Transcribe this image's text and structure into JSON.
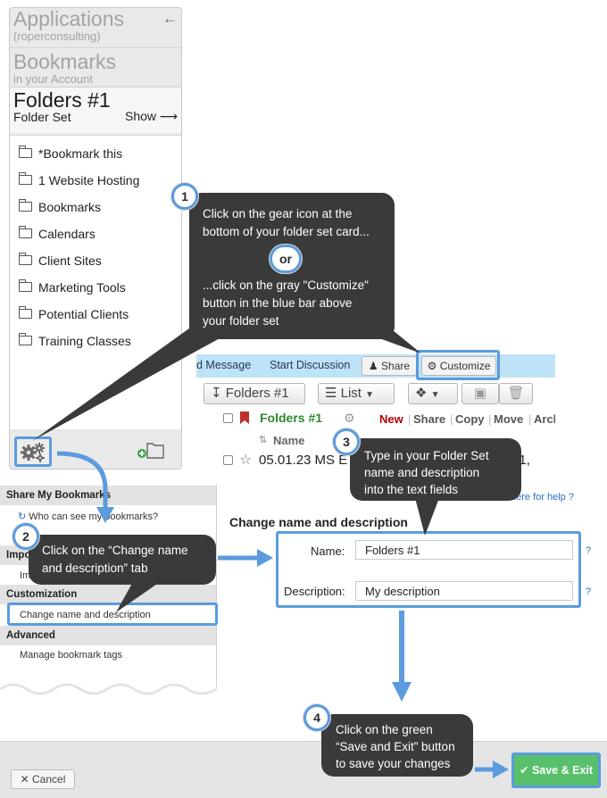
{
  "sidebar": {
    "apps_title": "Applications",
    "apps_subtitle": "(roperconsulting)",
    "bookmarks_title": "Bookmarks",
    "bookmarks_subtitle": "in your Account",
    "folders_title": "Folders #1",
    "folders_subtitle": "Folder Set",
    "show_label": "Show",
    "folders": [
      "*Bookmark this",
      "1 Website Hosting",
      "Bookmarks",
      "Calendars",
      "Client Sites",
      "Marketing Tools",
      "Potential Clients",
      "Training Classes"
    ]
  },
  "callouts": {
    "c1": {
      "number": "1",
      "line1": "Click on the gear icon at the",
      "line2": "bottom of your folder set card...",
      "or": "or",
      "line3": "...click on the gray \"Customize\"",
      "line4": "button in the blue bar above",
      "line5": "your folder set"
    },
    "c2": {
      "number": "2",
      "line1": "Click on the “Change name",
      "line2": "and description” tab"
    },
    "c3": {
      "number": "3",
      "line1": "Type in your Folder Set",
      "line2": "name and description",
      "line3": "into the text fields"
    },
    "c4": {
      "number": "4",
      "line1": "Click on the green",
      "line2": "“Save and Exit” button",
      "line3": "to save your changes"
    }
  },
  "toolbar": {
    "message_label": "d Message",
    "discussion_label": "Start Discussion",
    "share_label": "Share",
    "customize_label": "Customize",
    "folder_btn_label": "Folders #1",
    "list_btn_label": "List"
  },
  "folder_row": {
    "name": "Folders #1",
    "actions": [
      "New",
      "Share",
      "Copy",
      "Move",
      "Arch"
    ],
    "sort_label": "Name",
    "item_name": "05.01.23 MS E",
    "item_tail": "arch 1,"
  },
  "settings_menu": {
    "share_header": "Share My Bookmarks",
    "who_can_see": "Who can see my bookmarks?",
    "impo_header": "Impo",
    "impo_item": "Im",
    "customization_header": "Customization",
    "change_name_item": "Change name and description",
    "advanced_header": "Advanced",
    "manage_tags_item": "Manage bookmark tags"
  },
  "dialog": {
    "help_link": "here for help ?",
    "title": "Change name and description",
    "name_label": "Name:",
    "name_value": "Folders #1",
    "description_label": "Description:",
    "description_value": "My description",
    "help_mark": "?"
  },
  "footer": {
    "cancel_label": "Cancel",
    "save_label": "Save & Exit"
  },
  "colors": {
    "highlight_blue": "#5b9bde",
    "callout_dark": "#3a3a3a",
    "save_green": "#58c06a",
    "bluebar": "#bfe3f6",
    "folder_name_green": "#2d8a2d",
    "new_red": "#b00000"
  }
}
